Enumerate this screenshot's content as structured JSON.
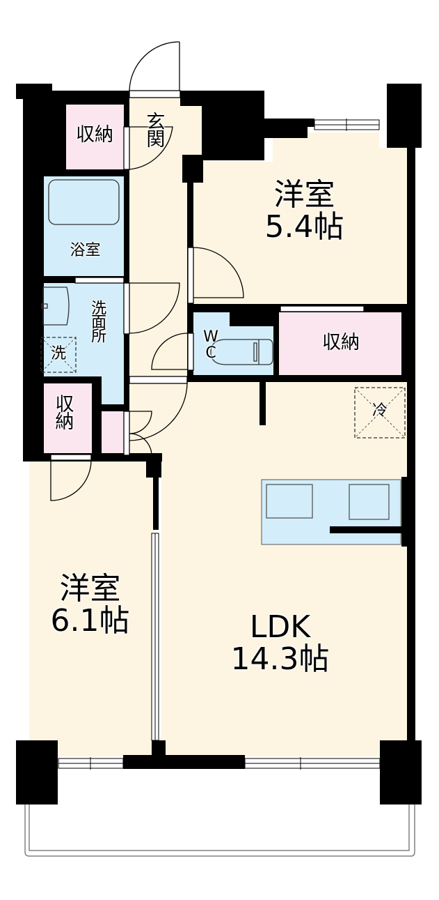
{
  "colors": {
    "wall": "#000000",
    "room_floor": "#fdf5e2",
    "wet_area": "#d3eefa",
    "storage": "#fbe6f0",
    "background": "#ffffff",
    "balcony_outline": "#808080"
  },
  "rooms": {
    "western_room_1": {
      "name": "洋室",
      "size": "5.4帖"
    },
    "western_room_2": {
      "name": "洋室",
      "size": "6.1帖"
    },
    "ldk": {
      "name": "LDK",
      "size": "14.3帖"
    },
    "entrance": {
      "name": "玄関"
    },
    "bathroom": {
      "name": "浴室"
    },
    "washroom": {
      "name": "洗面所"
    },
    "washer_space": {
      "name": "洗"
    },
    "toilet": {
      "name": "WC",
      "line1": "W",
      "line2": "C"
    },
    "storage_entrance": {
      "name": "収納"
    },
    "storage_room1": {
      "name": "収納"
    },
    "storage_room2": {
      "name": "収納"
    },
    "fridge_space": {
      "name": "冷"
    }
  },
  "fixtures": [
    "bathtub",
    "washbasin",
    "toilet",
    "kitchen-sink",
    "kitchen-stove",
    "washer-pan",
    "fridge-pan"
  ],
  "balcony": {
    "present": true
  }
}
